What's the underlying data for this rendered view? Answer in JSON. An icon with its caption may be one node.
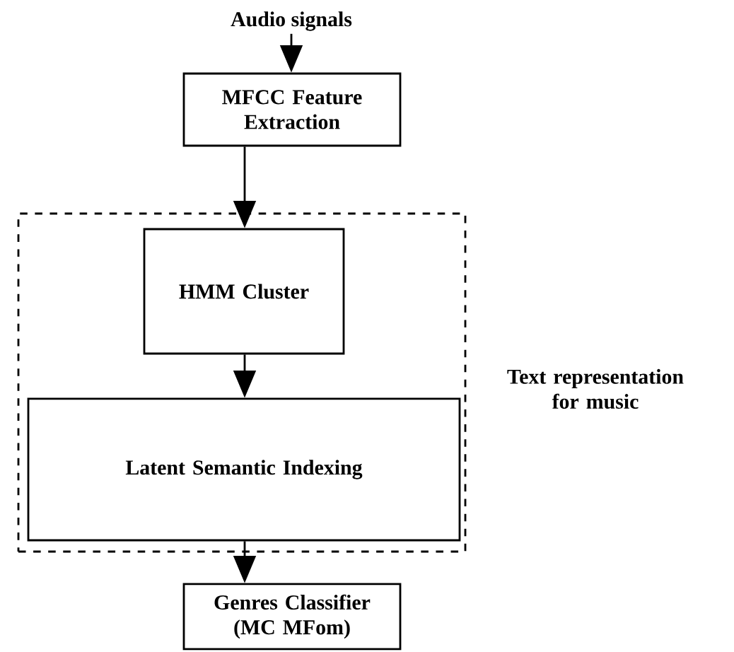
{
  "diagram": {
    "nodes": [
      {
        "text": [
          "Audio signals"
        ]
      },
      {
        "text": [
          "MFCC Feature Extraction"
        ]
      },
      {
        "text": [
          "Text representation for music"
        ]
      },
      {
        "text": [
          "HMM Cluster"
        ],
        "in": 2
      },
      {
        "text": [
          "Latent Semantic Indexing"
        ],
        "in": 2
      },
      {
        "text": [
          "Genres Classifier (MC MFom)"
        ]
      }
    ],
    "edges": [
      {
        "from": 0,
        "to": 1,
        "arrow": "to"
      },
      {
        "from": 1,
        "to": 3,
        "arrow": "to"
      },
      {
        "from": 3,
        "to": 4,
        "arrow": "to"
      },
      {
        "from": 4,
        "to": 5,
        "arrow": "to"
      }
    ]
  }
}
